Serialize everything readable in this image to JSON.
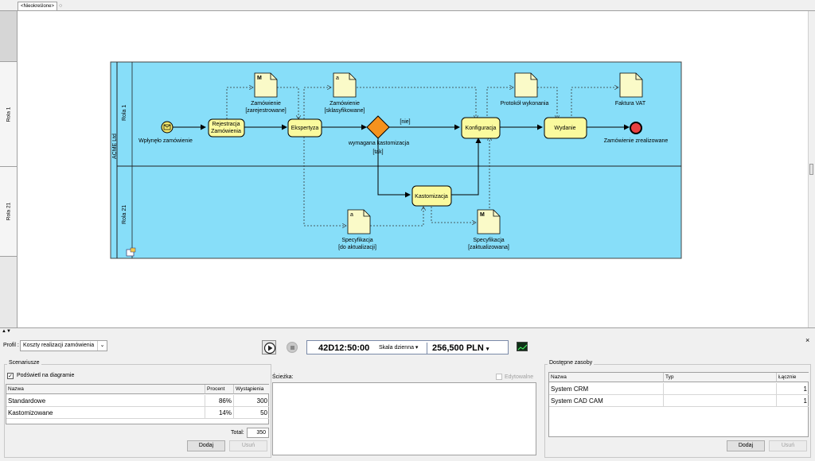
{
  "tab": {
    "label": "<Nieokreślone>",
    "extra_icon": "pin-icon"
  },
  "roles": [
    "Rola 1",
    "Rola 21"
  ],
  "diagram": {
    "pool_label": "ACME Ltd",
    "lane_labels": [
      "Rola 1",
      "Rola 21"
    ],
    "start_event": "Wpłynęło zamówienie",
    "tasks": {
      "registration": [
        "Rejestracja",
        "Zamówienia"
      ],
      "expertise": "Ekspertyza",
      "configuration": "Konfiguracja",
      "release": "Wydanie",
      "customization": "Kastomizacja"
    },
    "gateway": "wymagana kastomizacja",
    "flow_labels": {
      "no": "[nie]",
      "yes": "[tak]"
    },
    "end_event": "Zamówienie zrealizowane",
    "data_objects": {
      "order_registered": {
        "lines": [
          "Zamówienie",
          "[zarejestrowane]"
        ],
        "marker": "M"
      },
      "order_classified": {
        "lines": [
          "Zamówienie",
          "[sklasyfikowane]"
        ],
        "marker": "a"
      },
      "protocol": {
        "lines": [
          "Protokół wykonania"
        ],
        "marker": ""
      },
      "invoice": {
        "lines": [
          "Faktura VAT"
        ],
        "marker": ""
      },
      "spec_update": {
        "lines": [
          "Specyfikacja",
          "[do aktualizacji]"
        ],
        "marker": "a"
      },
      "spec_updated": {
        "lines": [
          "Specyfikacja",
          "[zaktualizowana]"
        ],
        "marker": "M"
      }
    },
    "colors": {
      "pool": "#87def9",
      "task": "#fafa9e",
      "gateway": "#f5921e",
      "end": "#e84040",
      "start": "#f2e86d"
    }
  },
  "profile": {
    "label": "Profil :",
    "value": "Koszty realizacji zamówienia"
  },
  "simulation": {
    "clock": "42D12:50:00",
    "scale": "Skala dzienna",
    "cost": "256,500",
    "currency": "PLN",
    "play_icon": "play-icon",
    "stop_icon": "stop-icon",
    "chart_icon": "chart-icon"
  },
  "scenarios": {
    "title": "Scenariusze",
    "highlight_label": "Podświetl na diagramie",
    "highlight_checked": true,
    "columns": [
      "Nazwa",
      "Procent",
      "Wystąpienia"
    ],
    "rows": [
      {
        "name": "Standardowe",
        "percent": "86%",
        "count": "300"
      },
      {
        "name": "Kastomizowane",
        "percent": "14%",
        "count": "50"
      }
    ],
    "total_label": "Total:",
    "total_value": "350",
    "add_label": "Dodaj",
    "remove_label": "Usuń"
  },
  "path": {
    "title": "Ścieżka:",
    "editable_label": "Edytowalne",
    "editable_checked": false
  },
  "resources": {
    "title": "Dostępne zasoby",
    "columns": [
      "Nazwa",
      "Typ",
      "Łącznie"
    ],
    "rows": [
      {
        "name": "System CRM",
        "type": "",
        "total": "1"
      },
      {
        "name": "System CAD CAM",
        "type": "",
        "total": "1"
      }
    ],
    "add_label": "Dodaj",
    "remove_label": "Usuń"
  },
  "close_label": "×"
}
